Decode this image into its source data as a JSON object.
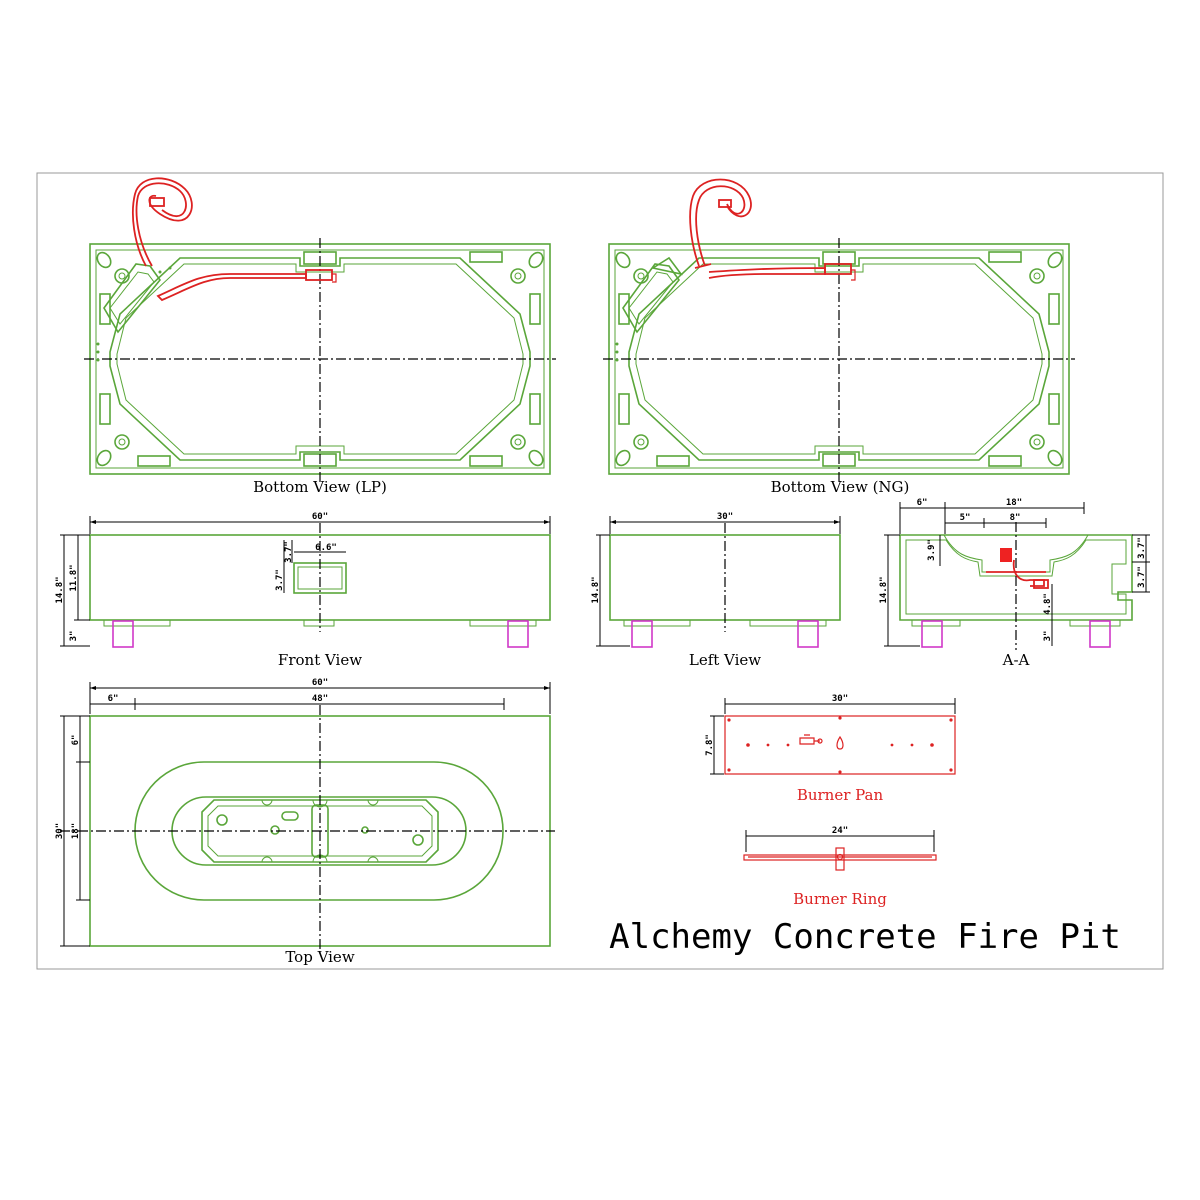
{
  "title": "Alchemy Concrete Fire Pit",
  "views": {
    "bottom_lp": "Bottom View (LP)",
    "bottom_ng": "Bottom View (NG)",
    "front": "Front View",
    "left": "Left View",
    "section": "A-A",
    "top": "Top View",
    "burner_pan": "Burner Pan",
    "burner_ring": "Burner Ring"
  },
  "dimensions": {
    "front_width": "60\"",
    "front_height": "14.8\"",
    "front_body": "11.8\"",
    "front_feet": "3\"",
    "front_port_w": "6.6\"",
    "front_port_h1": "3.7\"",
    "front_port_h2": "3.7\"",
    "left_width": "30\"",
    "left_height": "14.8\"",
    "sec_6": "6\"",
    "sec_18": "18\"",
    "sec_5": "5\"",
    "sec_8": "8\"",
    "sec_39": "3.9\"",
    "sec_148": "14.8\"",
    "sec_37a": "3.7\"",
    "sec_37b": "3.7\"",
    "sec_48": "4.8\"",
    "sec_3": "3\"",
    "top_width": "60\"",
    "top_6": "6\"",
    "top_48": "48\"",
    "top_30": "30\"",
    "top_6v": "6\"",
    "top_18": "18\"",
    "pan_30": "30\"",
    "pan_78": "7.8\"",
    "ring_24": "24\""
  }
}
